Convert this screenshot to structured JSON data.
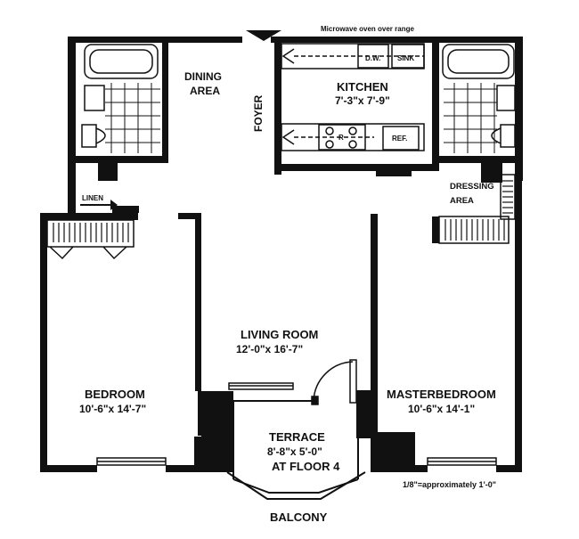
{
  "colors": {
    "ink": "#111111",
    "paper": "#ffffff"
  },
  "labels": {
    "microwave_note": "Microwave oven over range",
    "dining_line1": "DINING",
    "dining_line2": "AREA",
    "foyer": "FOYER",
    "kitchen_name": "KITCHEN",
    "kitchen_dims": "7'-3\"x 7'-9\"",
    "dishwasher": "D.W.",
    "sink": "SINK",
    "range": "R",
    "refrigerator": "REF.",
    "linen": "LINEN",
    "dressing_line1": "DRESSING",
    "dressing_line2": "AREA",
    "living_name": "LIVING ROOM",
    "living_dims": "12'-0\"x 16'-7\"",
    "bedroom_name": "BEDROOM",
    "bedroom_dims": "10'-6\"x 14'-7\"",
    "master_name": "MASTERBEDROOM",
    "master_dims": "10'-6\"x 14'-1\"",
    "terrace_name": "TERRACE",
    "terrace_dims": "8'-8\"x 5'-0\"",
    "terrace_floor": "AT FLOOR 4",
    "balcony": "BALCONY",
    "scale_note": "1/8\"=approximately 1'-0\""
  }
}
